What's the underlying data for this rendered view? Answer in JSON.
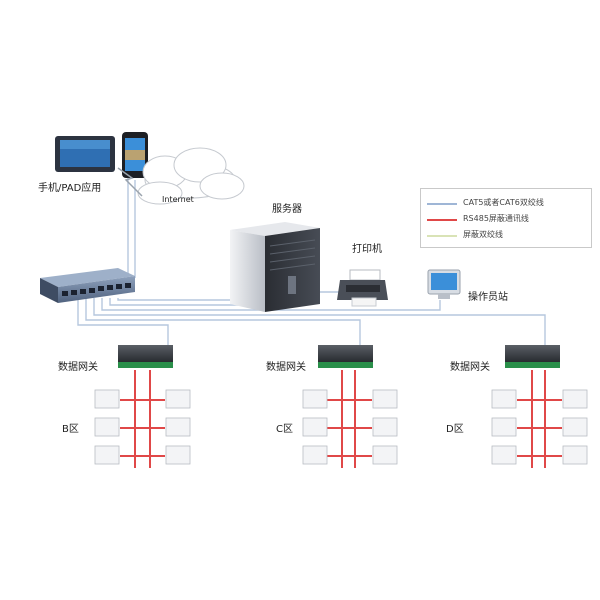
{
  "labels": {
    "mobile_app": "手机/PAD应用",
    "internet": "Internet",
    "server": "服务器",
    "printer": "打印机",
    "operator": "操作员站",
    "gateway": "数据网关",
    "zone_b": "B区",
    "zone_c": "C区",
    "zone_d": "D区"
  },
  "legend": {
    "items": [
      {
        "text": "CAT5或者CAT6双绞线",
        "color": "#9fb6d6"
      },
      {
        "text": "RS485屏蔽通讯线",
        "color": "#e04848"
      },
      {
        "text": "屏蔽双绞线",
        "color": "#d9e3b6"
      }
    ]
  },
  "colors": {
    "cat5": "#9fb6d6",
    "rs485": "#e04848",
    "shield": "#d9e3b6"
  }
}
